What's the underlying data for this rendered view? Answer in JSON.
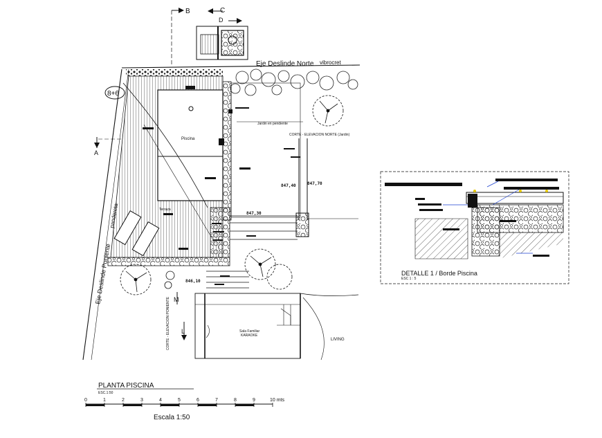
{
  "plan": {
    "sections": {
      "b": "B",
      "c": "C",
      "d": "D",
      "a": "A",
      "m": "M",
      "l": "L"
    },
    "north_axis": "Eje Deslinde Norte",
    "vibrocret": "vibrocret",
    "west_axis": "Eje Deslinde Poniente",
    "pandereta": "pandereta",
    "circle_tag": "8+6",
    "piscina": "Piscina",
    "terraza": "Terraza",
    "jardin_pendiente": "Jardin en pendiente",
    "corte_norte": "CORTE - ELEVACION NORTE (Jardin)",
    "corte_poniente": "CORTE - ELEVACION PONIENTE",
    "sala_familiar": "Sala Familiar",
    "karaoke": "KARAOKE",
    "living": "LIVING",
    "levels": {
      "a": "847,40",
      "b": "847,70",
      "c": "847,30",
      "d": "846,10"
    }
  },
  "detail": {
    "title": "DETALLE 1 /  Borde Piscina",
    "scale": "ESC 1 : 5"
  },
  "footer": {
    "title": "PLANTA  PISCINA",
    "scale_small": "ESC.1:50",
    "scale_ticks": [
      "0",
      "1",
      "2",
      "3",
      "4",
      "5",
      "6",
      "7",
      "8",
      "9",
      "10 mts"
    ],
    "scale_text": "Escala  1:50"
  }
}
